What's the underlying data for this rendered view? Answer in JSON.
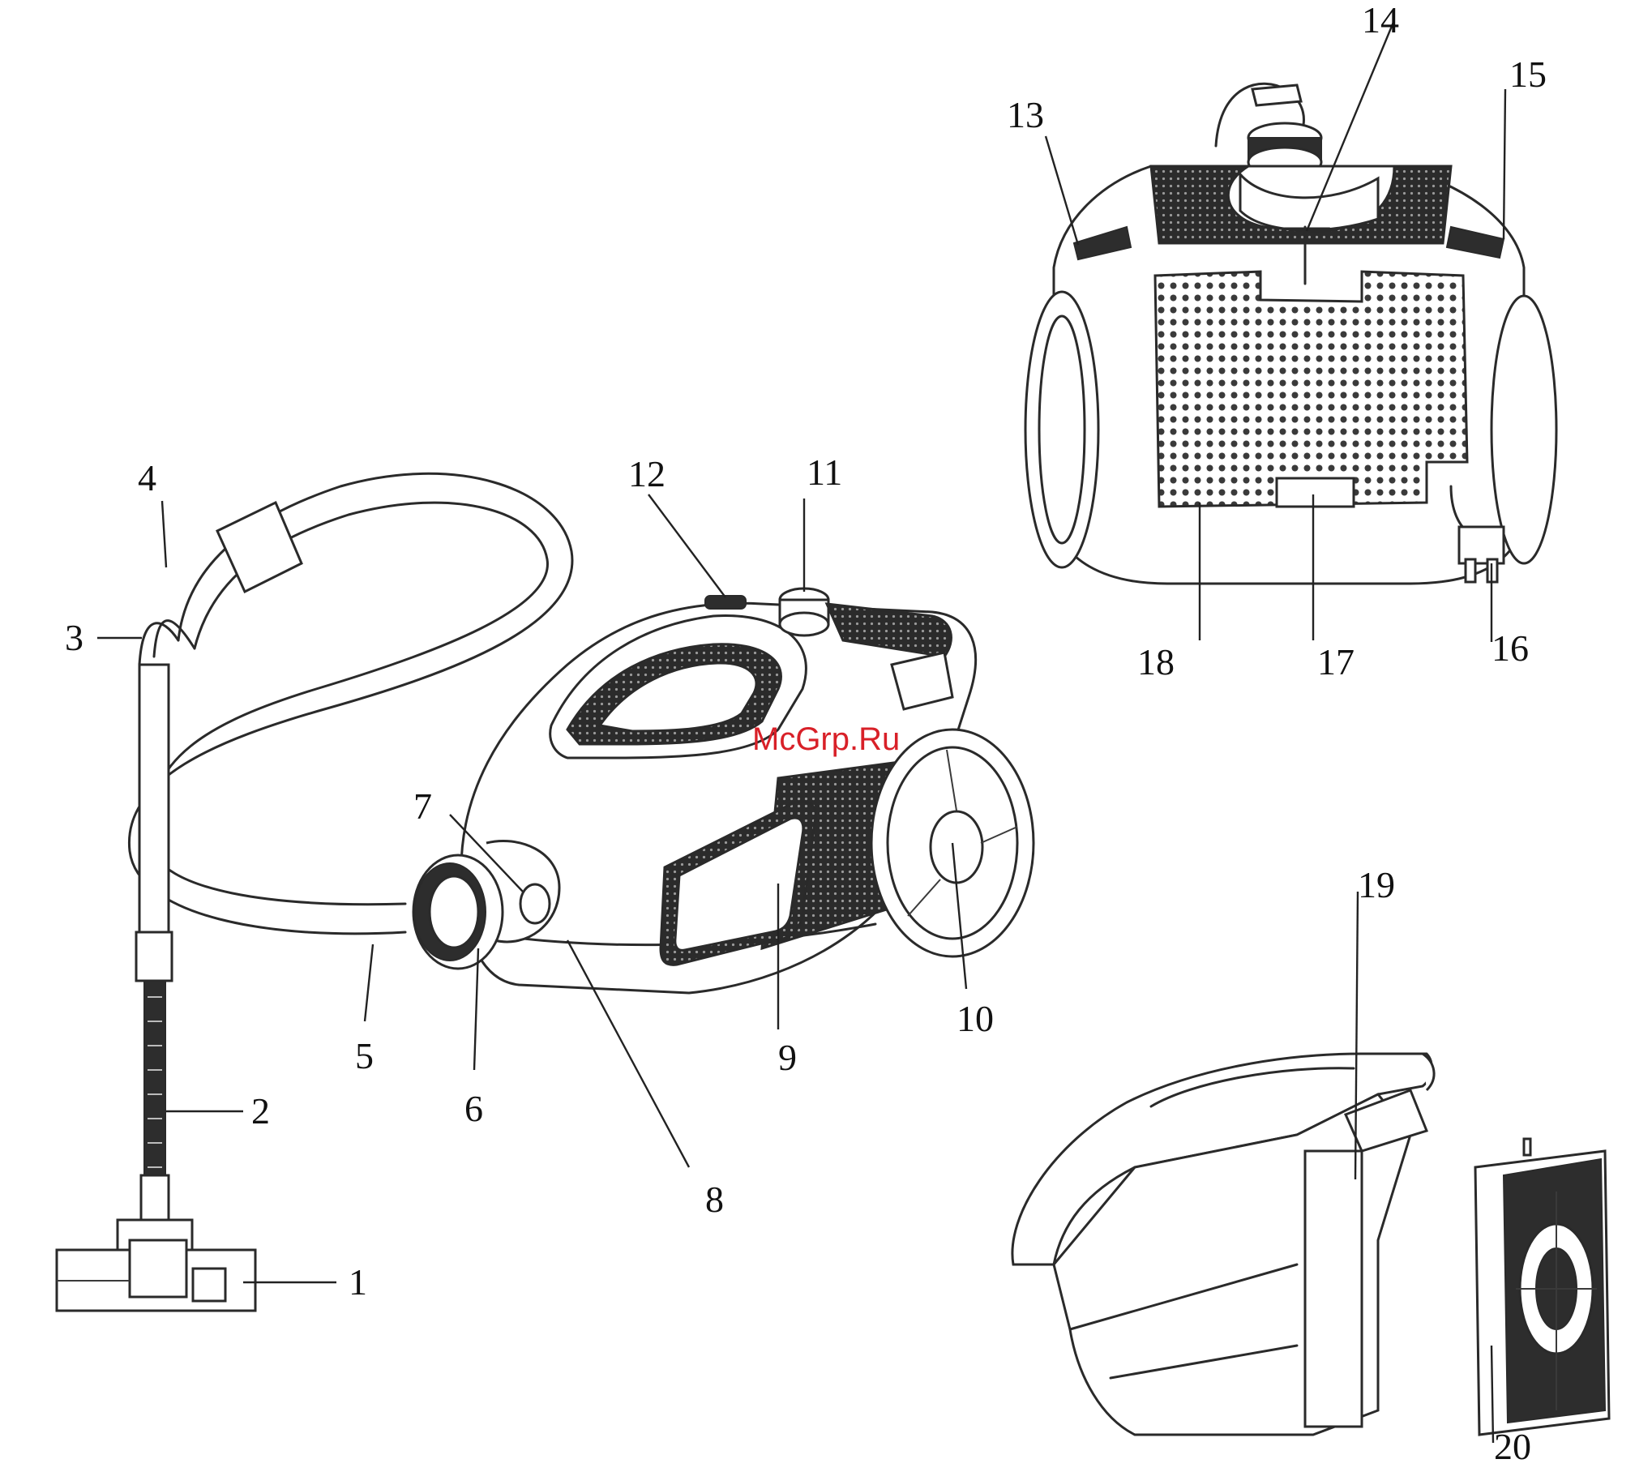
{
  "watermark": "McGrp.Ru",
  "callouts": [
    {
      "id": "1",
      "text": "1"
    },
    {
      "id": "2",
      "text": "2"
    },
    {
      "id": "3",
      "text": "3"
    },
    {
      "id": "4",
      "text": "4"
    },
    {
      "id": "5",
      "text": "5"
    },
    {
      "id": "6",
      "text": "6"
    },
    {
      "id": "7",
      "text": "7"
    },
    {
      "id": "8",
      "text": "8"
    },
    {
      "id": "9",
      "text": "9"
    },
    {
      "id": "10",
      "text": "10"
    },
    {
      "id": "11",
      "text": "11"
    },
    {
      "id": "12",
      "text": "12"
    },
    {
      "id": "13",
      "text": "13"
    },
    {
      "id": "14",
      "text": "14"
    },
    {
      "id": "15",
      "text": "15"
    },
    {
      "id": "16",
      "text": "16"
    },
    {
      "id": "17",
      "text": "17"
    },
    {
      "id": "18",
      "text": "18"
    },
    {
      "id": "19",
      "text": "19"
    },
    {
      "id": "20",
      "text": "20"
    }
  ]
}
